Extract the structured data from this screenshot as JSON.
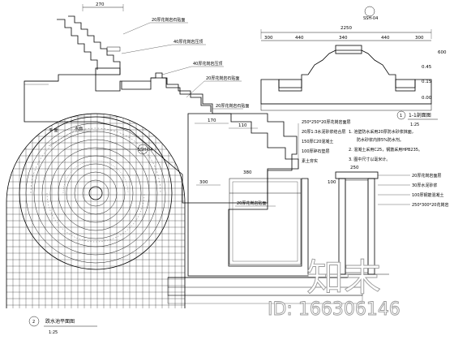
{
  "dimensions": {
    "top_left": "270",
    "right_top": "2250",
    "right_top_parts": [
      "300",
      "440",
      "340",
      "440",
      "300"
    ],
    "right_block": "600",
    "right_elev_1": "0.45",
    "right_elev_2": "0.15",
    "right_elev_3": "0.00",
    "mid_170": "170",
    "mid_110": "110",
    "mid_380": "380",
    "mid_300": "300",
    "mid_250": "250",
    "mid_100": "100"
  },
  "section_refs": {
    "left_plan_ref": "SSH-04",
    "right_top_ref": "SSH-04"
  },
  "notes": {
    "layers": [
      "250*250*20厚花岗岩面层",
      "20厚1:3水泥砂浆结合层",
      "150厚C20混凝土",
      "100厚碎石垫层",
      "素土夯实"
    ],
    "bottom_layers": [
      "20厚花岗岩面层",
      "30厚水泥砂浆",
      "100厚钢筋混凝土",
      "250*300*20花岗岩"
    ],
    "descriptions": [
      "1.  池壁防水采用20厚防水砂浆抹面，",
      "防水砂浆内掺5%防水剂。",
      "2.  混凝土采用C25，钢筋采用HPB235。",
      "3.  图中尺寸以毫米计。"
    ],
    "callouts_left": [
      "20厚花岗岩石贴面",
      "40厚花岗岩压顶",
      "40厚花岗岩压顶",
      "20厚花岗岩石贴面"
    ],
    "callouts_mid": [
      "20厚花岗岩石贴面",
      "20厚花岗岩贴面"
    ]
  },
  "titles": {
    "section_1_num": "1",
    "section_1_label": "1-1剖面图",
    "section_1_scale": "1:25",
    "plan_2_num": "2",
    "plan_2_label": "跌水池平面图",
    "plan_2_scale": "1:25",
    "plan_label_top": "平 面",
    "plan_label_right": "水面"
  },
  "watermark": {
    "logo": "知末",
    "id_text": "ID: 166306146"
  }
}
